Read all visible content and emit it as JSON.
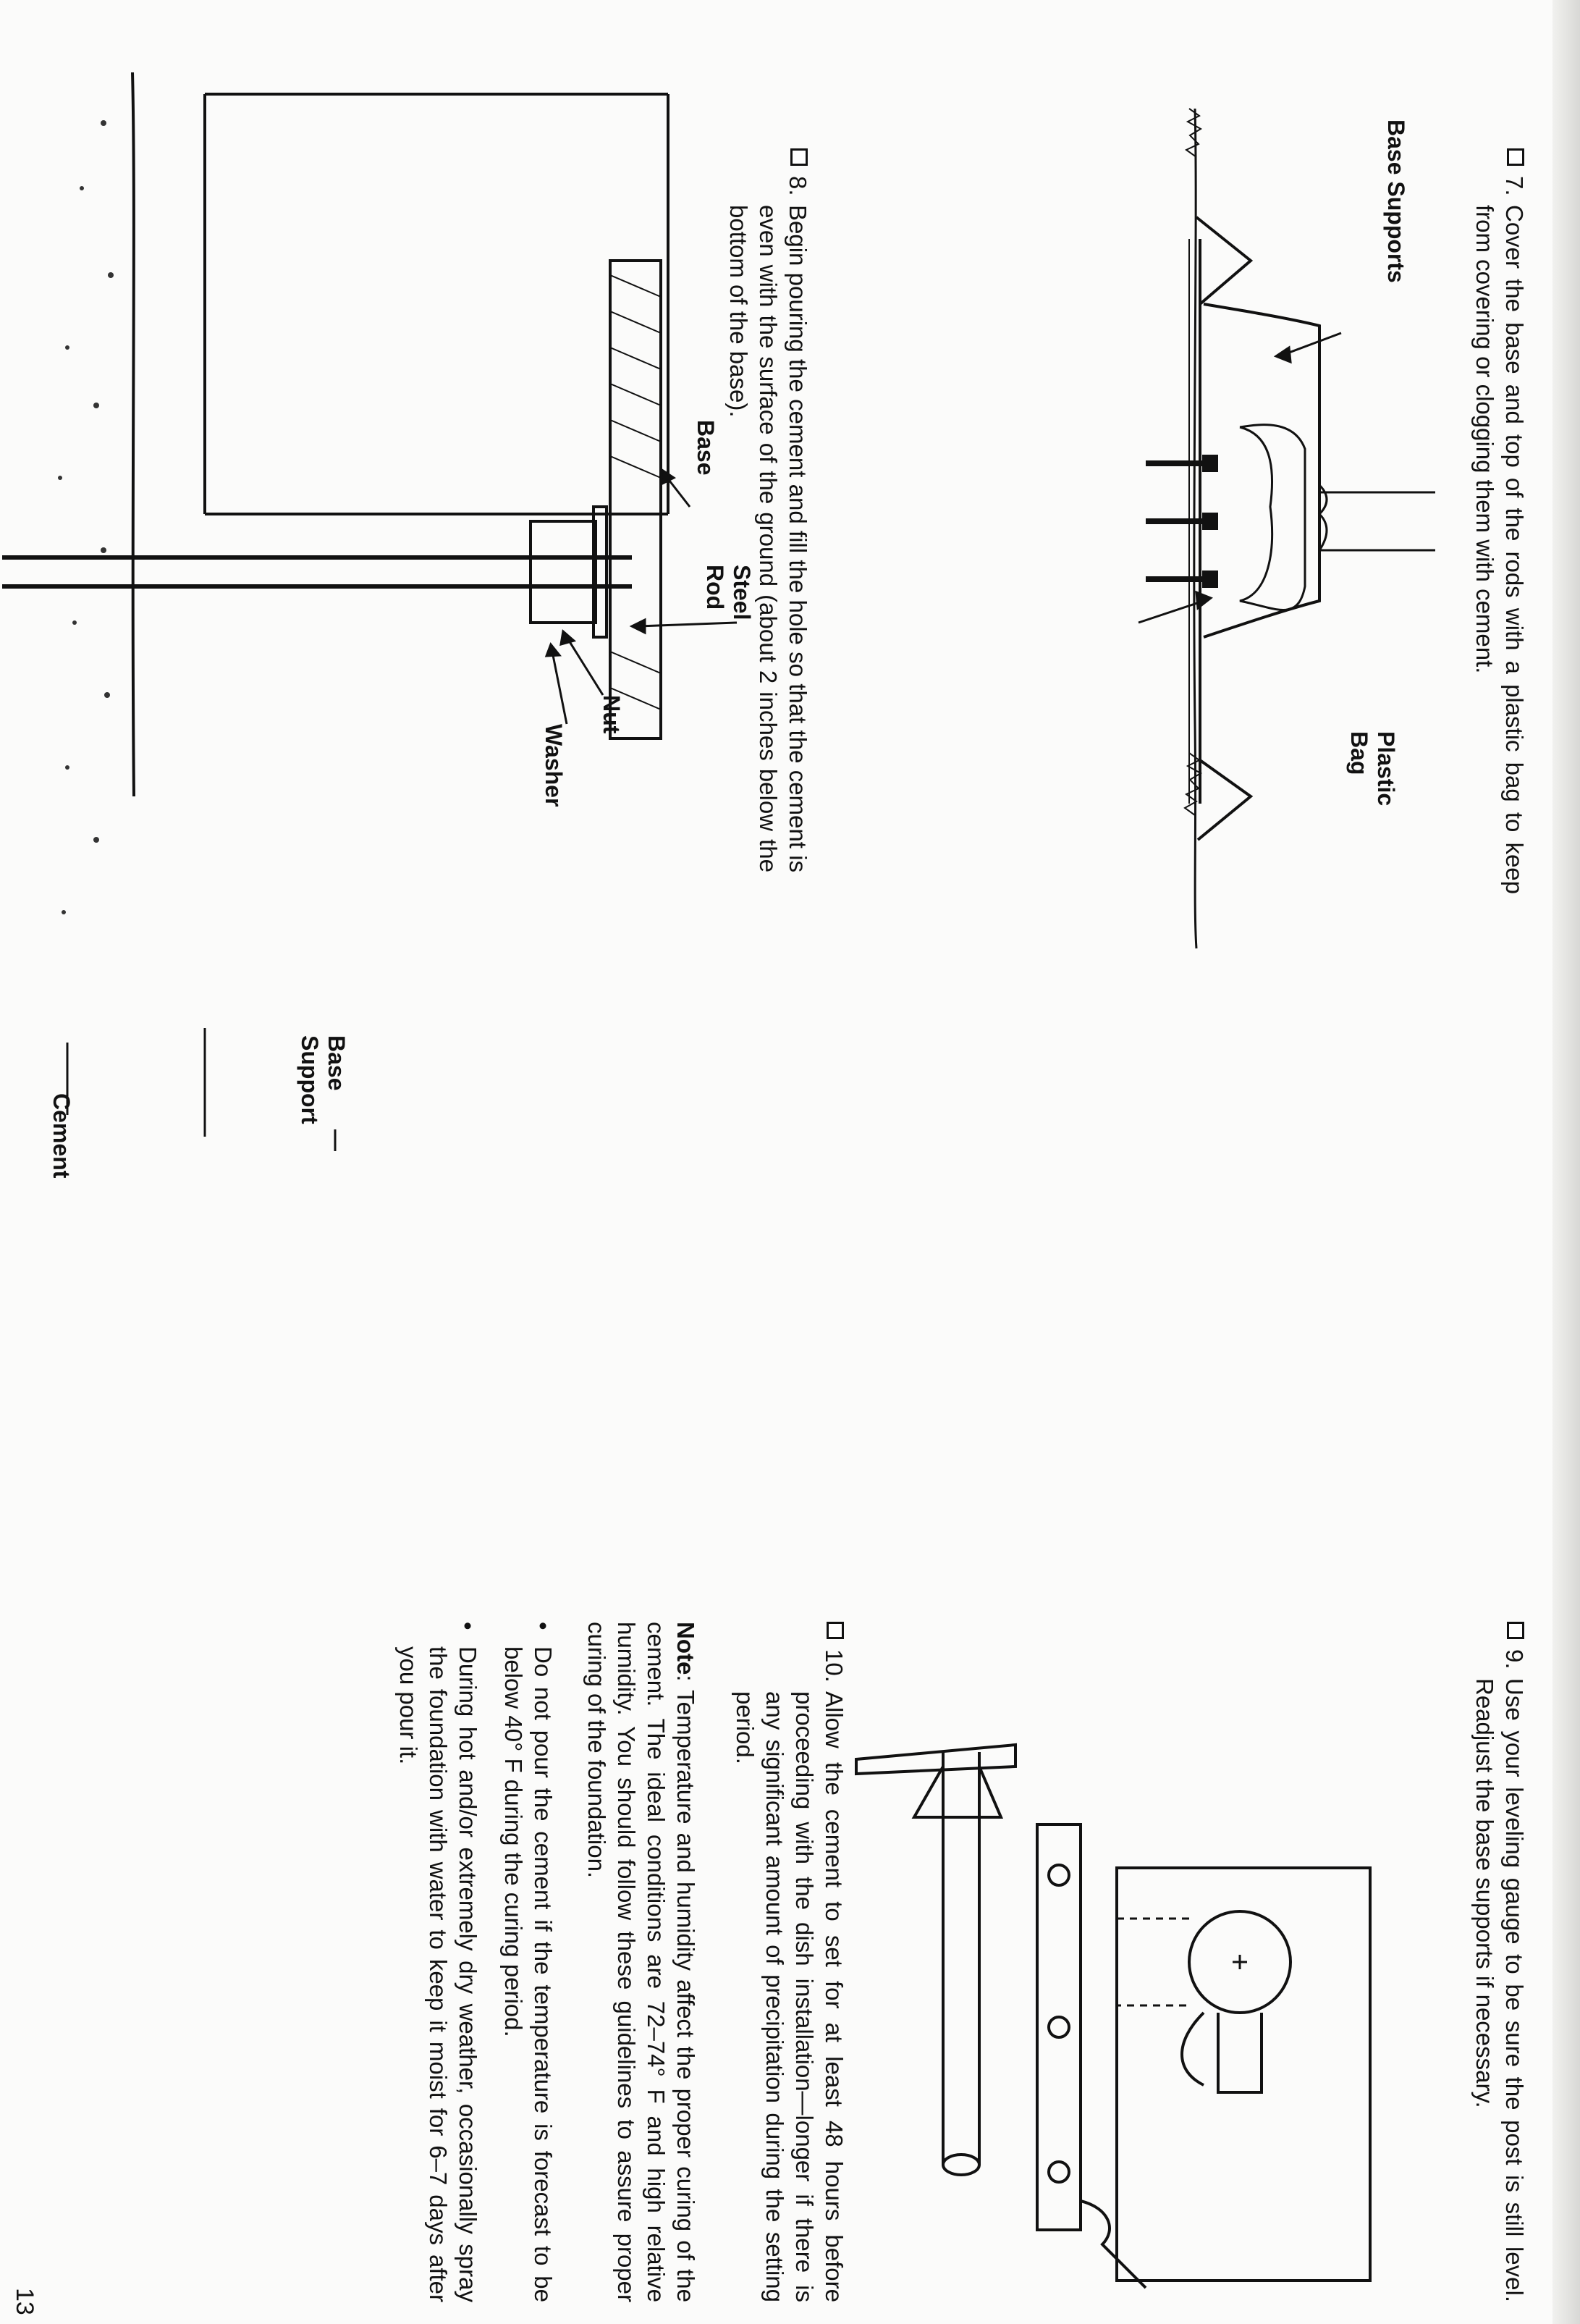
{
  "steps": {
    "step7": {
      "number": "7.",
      "text": "Cover the base and top of the rods with a plastic bag to keep from covering or clogging them with cement."
    },
    "step8": {
      "number": "8.",
      "text": "Begin pouring the cement and fill the hole so that the cement is even with the surface of the ground (about 2 inches below the bottom of the base)."
    },
    "step9": {
      "number": "9.",
      "text": "Use your leveling gauge to be sure the post is still level. Readjust the base supports if necessary."
    },
    "step10": {
      "number": "10.",
      "text": "Allow the cement to set for at least 48 hours before proceeding with the dish installation—longer if there is any significant amount of precipitation during the setting period."
    }
  },
  "note": {
    "label": "Note",
    "text": ": Temperature and humidity affect the proper curing of the cement. The ideal conditions are 72–74° F and high relative humidity. You should follow these guidelines to assure proper curing of the foundation."
  },
  "bullets": [
    {
      "symbol": "•",
      "text": "Do not pour the cement if the temperature is forecast to be below 40° F during the curing period."
    },
    {
      "symbol": "•",
      "text": "During hot and/or extremely dry weather, occasionally spray the foundation with water to keep it moist for 6–7 days after you pour it."
    }
  ],
  "figure1": {
    "labels": {
      "base_supports": "Base Supports",
      "plastic_bag": "Plastic Bag"
    }
  },
  "figure2": {
    "labels": {
      "steel_rod": "Steel Rod",
      "base": "Base",
      "nut": "Nut",
      "washer": "Washer",
      "base_support": "Base Support",
      "cement": "Cement"
    }
  },
  "page_number": "13",
  "colors": {
    "ink": "#111111",
    "paper": "#fbfbfa"
  }
}
